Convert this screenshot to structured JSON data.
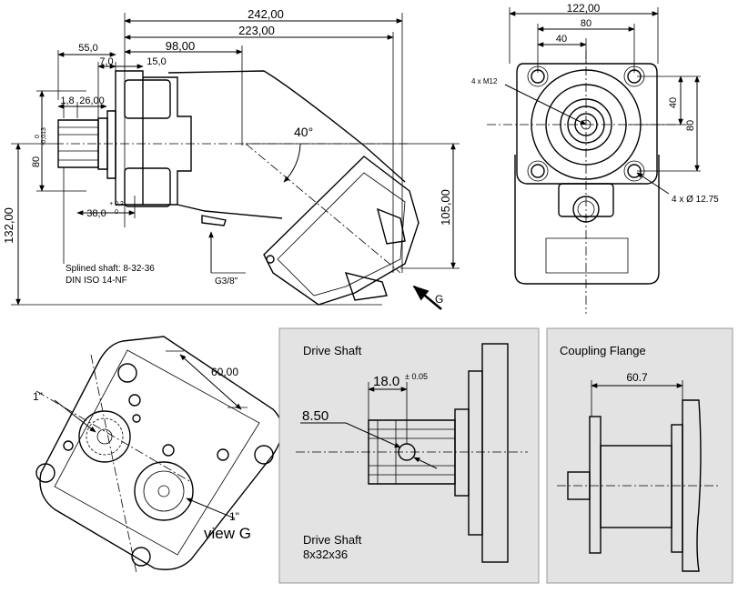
{
  "side_view": {
    "dim_overall": "242,00",
    "dim_223": "223,00",
    "dim_98": "98,00",
    "dim_55": "55,0",
    "dim_7": "7,0",
    "dim_15": "15,0",
    "dim_1_8": "1,8",
    "dim_26": "26,00",
    "tol_upper": "0",
    "tol_lower": "-0,013",
    "dim_80": "80",
    "dim_38": "38,0",
    "tol38_upper": "+ 0,2",
    "tol38_lower": "0",
    "dim_132": "132,00",
    "dim_105": "105,00",
    "angle": "40°",
    "note_line1": "Splined shaft: 8-32-36",
    "note_line2": "DIN ISO 14-NF",
    "port": "G3/8\"",
    "view_marker": "G"
  },
  "front_view": {
    "dim_122": "122,00",
    "dim_80": "80",
    "dim_40": "40",
    "dim_v40": "40",
    "dim_v80": "80",
    "thread": "4 x M12",
    "holes": "4 x  Ø 12.75"
  },
  "view_g": {
    "dim_60": "60,00",
    "port_a": "1\"",
    "port_b": "1\"",
    "label": "view G"
  },
  "drive_shaft": {
    "title": "Drive Shaft",
    "dim_18": "18.0",
    "tol": "± 0.05",
    "dim_8_50": "8.50",
    "caption_line1": "Drive Shaft",
    "caption_line2": "8x32x36"
  },
  "coupling_flange": {
    "title": "Coupling Flange",
    "dim": "60.7"
  }
}
